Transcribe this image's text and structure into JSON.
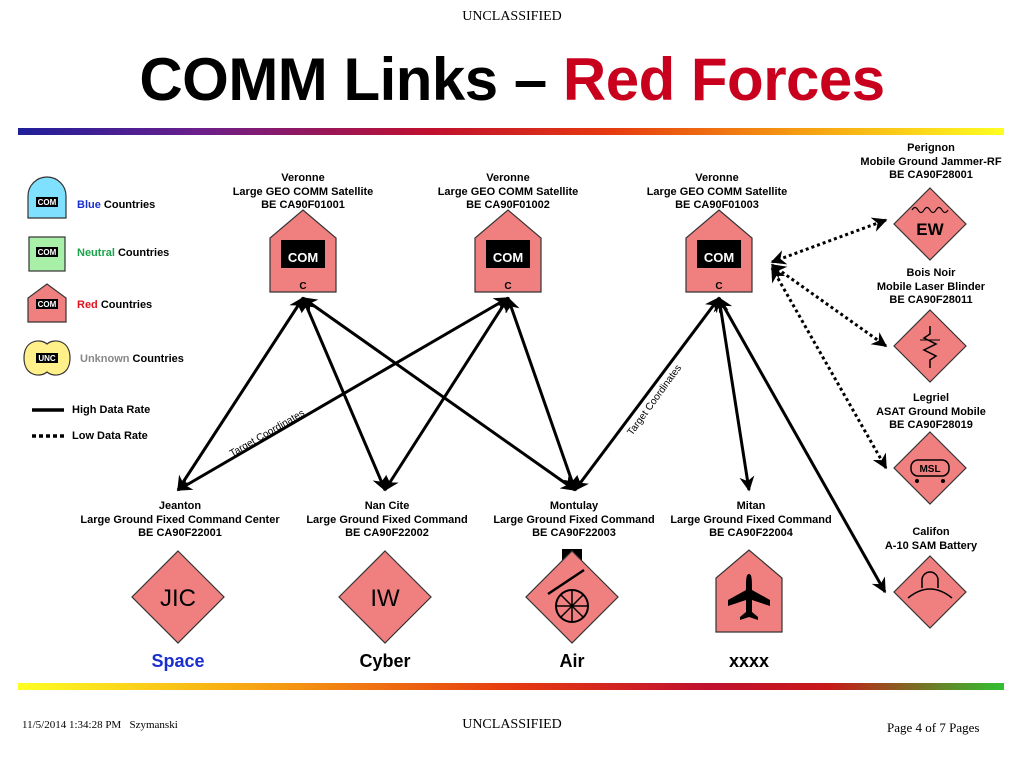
{
  "header": {
    "classification": "UNCLASSIFIED"
  },
  "title": {
    "main": "COMM Links – ",
    "accent": "Red Forces"
  },
  "legend": {
    "blue": {
      "word": "Blue",
      "rest": " Countries",
      "color": "#1a2fd0"
    },
    "neutral": {
      "word": "Neutral",
      "rest": " Countries",
      "color": "#1aa34a"
    },
    "red": {
      "word": "Red",
      "rest": " Countries",
      "color": "#e0141e"
    },
    "unknown": {
      "word": "Unknown",
      "rest": " Countries",
      "color": "#888888"
    },
    "icon_text": "COM",
    "unknown_icon_text": "UNC",
    "high_rate": "High Data Rate",
    "low_rate": "Low Data Rate"
  },
  "satellites": [
    {
      "name": "Veronne",
      "type": "Large GEO COMM Satellite",
      "be": "BE CA90F01001",
      "icon_text": "COM",
      "sub": "C"
    },
    {
      "name": "Veronne",
      "type": "Large GEO COMM Satellite",
      "be": "BE CA90F01002",
      "icon_text": "COM",
      "sub": "C"
    },
    {
      "name": "Veronne",
      "type": "Large GEO COMM Satellite",
      "be": "BE CA90F01003",
      "icon_text": "COM",
      "sub": "C"
    }
  ],
  "ground_nodes": [
    {
      "name": "Jeanton",
      "type": "Large Ground Fixed Command Center",
      "be": "BE CA90F22001",
      "icon_text": "JIC",
      "domain": "Space"
    },
    {
      "name": "Nan Cite",
      "type": "Large Ground Fixed Command",
      "be": "BE CA90F22002",
      "icon_text": "IW",
      "domain": "Cyber"
    },
    {
      "name": "Montulay",
      "type": "Large Ground Fixed Command",
      "be": "BE CA90F22003",
      "icon_text": "",
      "domain": "Air"
    },
    {
      "name": "Mitan",
      "type": "Large Ground Fixed Command",
      "be": "BE CA90F22004",
      "icon_text": "",
      "domain": "xxxx"
    }
  ],
  "right_nodes": [
    {
      "name": "Perignon",
      "type": "Mobile Ground Jammer-RF",
      "be": "BE CA90F28001",
      "icon_text": "EW"
    },
    {
      "name": "Bois Noir",
      "type": "Mobile Laser Blinder",
      "be": "BE CA90F28011",
      "icon_text": ""
    },
    {
      "name": "Legriel",
      "type": "ASAT Ground Mobile",
      "be": "BE CA90F28019",
      "icon_text": "MSL"
    },
    {
      "name": "Califon",
      "type": "A-10 SAM Battery",
      "be": "",
      "icon_text": ""
    }
  ],
  "annotations": {
    "target_coords_1": "Target Coordinates",
    "target_coords_2": "Target Coordinates"
  },
  "colors": {
    "red_fill": "#f08080",
    "blue_fill": "#80e0ff",
    "neutral_fill": "#a8f0a8",
    "unknown_fill": "#fff08a",
    "accent": "#c8001e",
    "space_blue": "#1a2fd0"
  },
  "footer": {
    "datetime": "11/5/2014 1:34:28 PM",
    "author": "Szymanski",
    "classification": "UNCLASSIFIED",
    "page": "Page 4 of 7 Pages"
  }
}
